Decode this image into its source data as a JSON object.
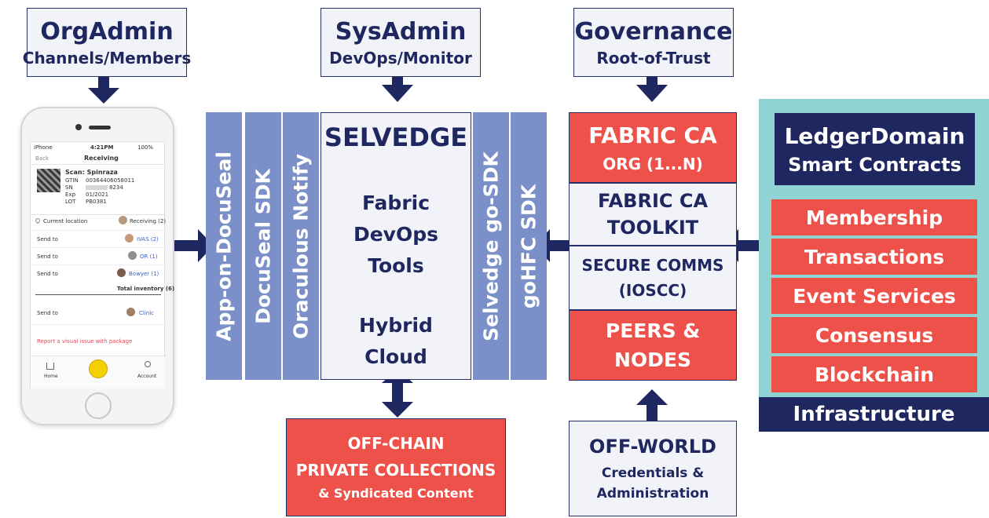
{
  "top_boxes": {
    "orgadmin": {
      "title": "OrgAdmin",
      "subtitle": "Channels/Members"
    },
    "sysadmin": {
      "title": "SysAdmin",
      "subtitle": "DevOps/Monitor"
    },
    "governance": {
      "title": "Governance",
      "subtitle": "Root-of-Trust"
    }
  },
  "sdk_bars": {
    "left": [
      "App-on-DocuSeal",
      "DocuSeal SDK",
      "Oraculous Notify"
    ],
    "right": [
      "Selvedge go-SDK",
      "goHFC SDK"
    ]
  },
  "selvedge": {
    "title": "SELVEDGE",
    "line1": "Fabric",
    "line2": "DevOps",
    "line3": "Tools",
    "line4": "Hybrid",
    "line5": "Cloud"
  },
  "fabric_stack": {
    "ca_title": "FABRIC CA",
    "ca_sub": "ORG (1...N)",
    "toolkit_1": "FABRIC CA",
    "toolkit_2": "TOOLKIT",
    "comms_1": "SECURE COMMS",
    "comms_2": "(IOSCC)",
    "peers_1": "PEERS &",
    "peers_2": "NODES"
  },
  "offchain": {
    "line1": "OFF-CHAIN",
    "line2": "PRIVATE COLLECTIONS",
    "line3": "& Syndicated Content"
  },
  "offworld": {
    "line1": "OFF-WORLD",
    "line2": "Credentials &",
    "line3": "Administration"
  },
  "ledger": {
    "title_1": "LedgerDomain",
    "title_2": "Smart Contracts",
    "modules": [
      "Membership",
      "Transactions",
      "Event Services",
      "Consensus",
      "Blockchain"
    ],
    "footer": "Infrastructure"
  },
  "phone": {
    "carrier": "iPhone",
    "time": "4:21PM",
    "battery": "100%",
    "back": "Back",
    "header": "Receiving",
    "scan_title": "Scan: Spinraza",
    "gtin_label": "GTIN",
    "gtin_value": "00364406058011",
    "sn_label": "SN",
    "sn_value": "8234",
    "exp_label": "Exp",
    "exp_value": "01/2021",
    "lot_label": "LOT",
    "lot_value": "PB0381",
    "location_label": "Current location",
    "location_value": "Receiving (2)",
    "send_rows": [
      {
        "label": "Send to",
        "value": "IVAS (2)"
      },
      {
        "label": "Send to",
        "value": "OR (1)"
      },
      {
        "label": "Send to",
        "value": "Bowyer (1)"
      }
    ],
    "total_inventory": "Total inventory (6)",
    "send_clinic_label": "Send to",
    "send_clinic_value": "Clinic",
    "report_link": "Report a visual issue with package",
    "tab_home": "Home",
    "tab_account": "Account"
  },
  "colors": {
    "navy": "#1f2760",
    "red": "#ee5149",
    "blue_bar": "#7b8fc9",
    "teal": "#8fd3d3",
    "light_box": "#f1f3f8"
  }
}
